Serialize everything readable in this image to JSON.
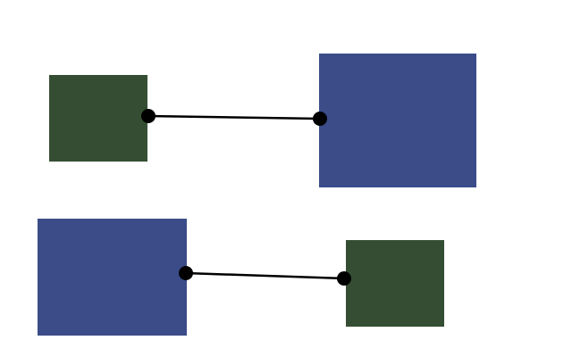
{
  "colors": {
    "background": "#ffffff",
    "green_node": "#354e33",
    "blue_node": "#3b4c89",
    "connector": "#000000"
  },
  "nodes": [
    {
      "id": "n1",
      "color": "green"
    },
    {
      "id": "n2",
      "color": "blue"
    },
    {
      "id": "n3",
      "color": "blue"
    },
    {
      "id": "n4",
      "color": "green"
    }
  ],
  "edges": [
    {
      "from": "n1",
      "to": "n2"
    },
    {
      "from": "n3",
      "to": "n4"
    }
  ],
  "icons": {
    "connector_handle": "connector-handle-dot"
  }
}
